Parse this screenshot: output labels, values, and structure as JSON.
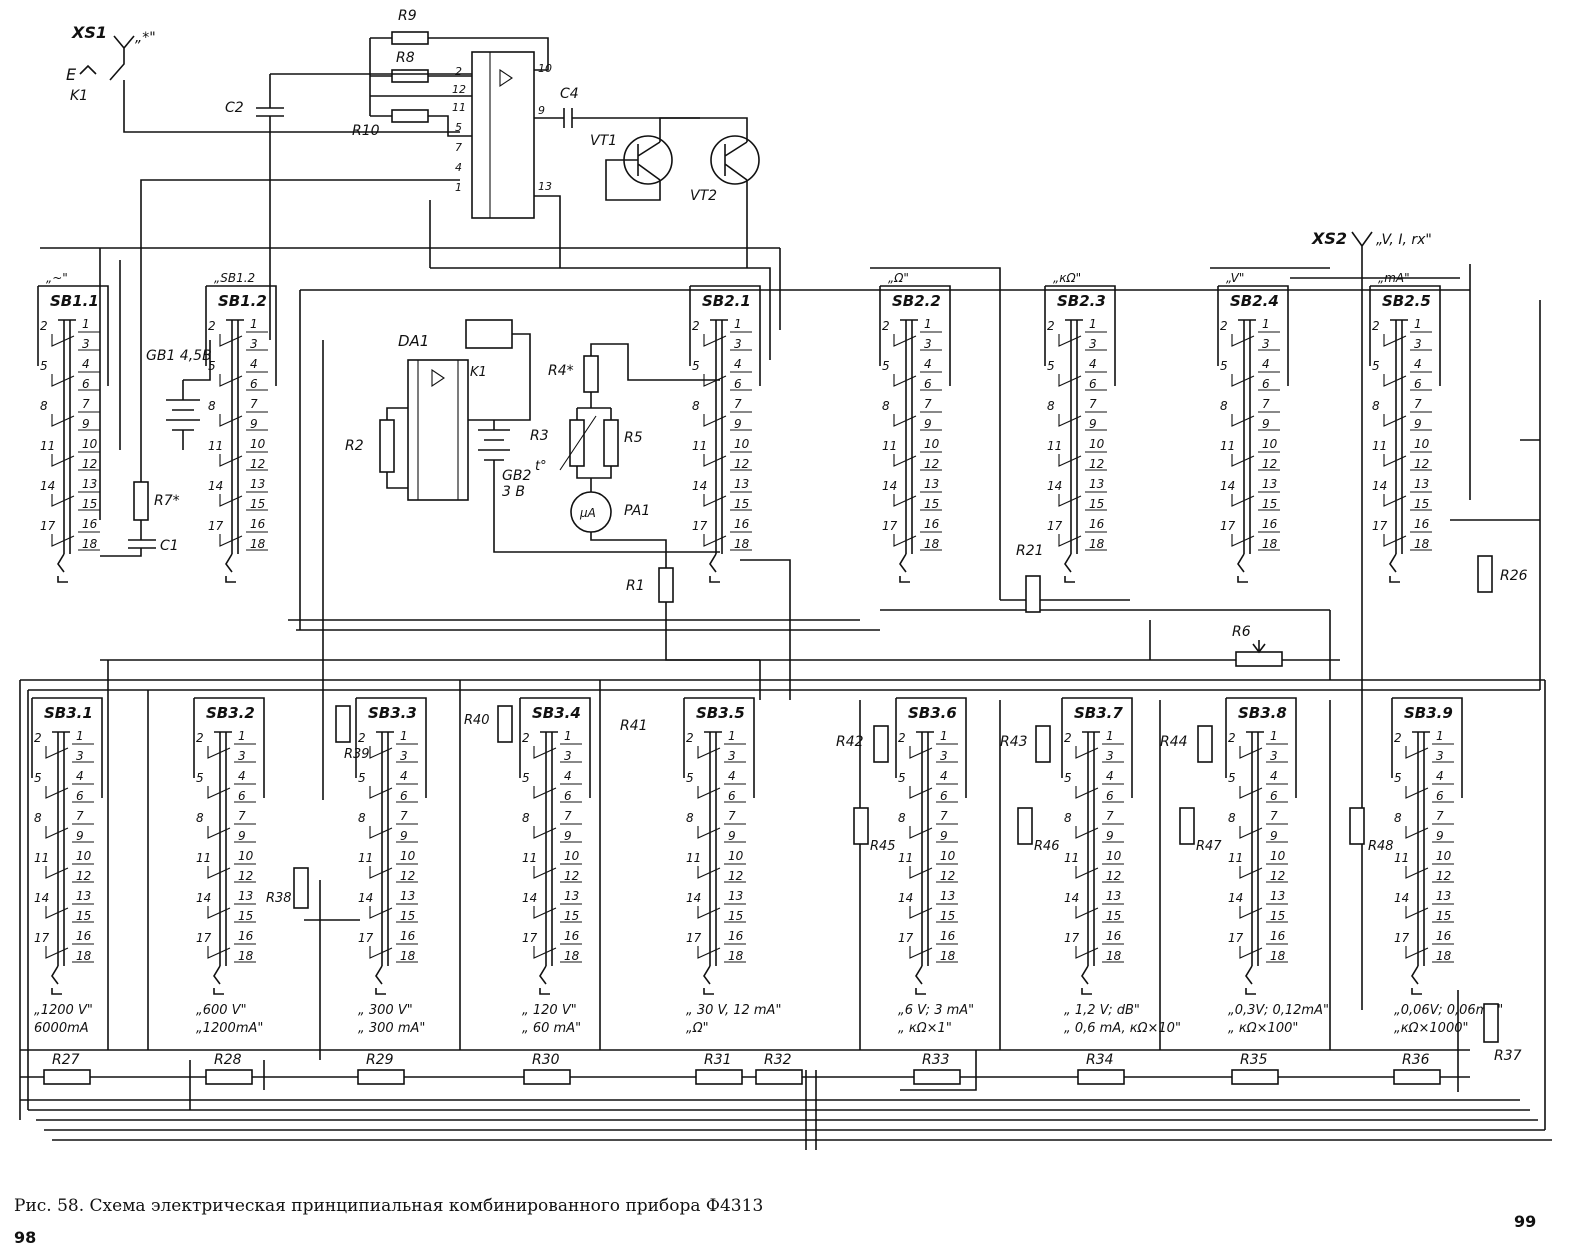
{
  "top_labels": {
    "xs1": "XS1",
    "xs1_sign": "„*\"",
    "e": "E",
    "k1": "K1",
    "r9": "R9",
    "r8": "R8",
    "r10": "R10",
    "c2": "C2",
    "c4": "C4",
    "vt1": "VT1",
    "vt2": "VT2",
    "xs2": "XS2",
    "xs2_sign": "„V, I, rx\""
  },
  "pins": [
    "2",
    "12",
    "11",
    "5",
    "7",
    "4",
    "1",
    "10",
    "9",
    "13"
  ],
  "center_labels": {
    "da1": "DA1",
    "k1": "K1",
    "r2": "R2",
    "r3": "R3",
    "r4": "R4*",
    "r5": "R5",
    "gb2": "GB2",
    "gb2_v": "3 B",
    "pa1": "PA1",
    "ua": "μA",
    "r1": "R1",
    "gb1": "GB1 4,5B",
    "r7": "R7*",
    "c1": "C1",
    "t": "t°",
    "r21": "R21",
    "r26": "R26",
    "r6": "R6",
    "r37": "R37",
    "r38": "R38",
    "r39": "R39",
    "r40": "R40",
    "r41": "R41",
    "r42": "R42",
    "r43": "R43",
    "r44": "R44",
    "r45": "R45",
    "r46": "R46",
    "r47": "R47",
    "r48": "R48"
  },
  "top_switches": [
    {
      "name": "SB1.1",
      "mark": "„~\""
    },
    {
      "name": "SB1.2",
      "mark": "„SB1.2"
    },
    {
      "name": "SB2.1",
      "mark": ""
    },
    {
      "name": "SB2.2",
      "mark": "„Ω\""
    },
    {
      "name": "SB2.3",
      "mark": "„кΩ\""
    },
    {
      "name": "SB2.4",
      "mark": "„V\""
    },
    {
      "name": "SB2.5",
      "mark": "„mA\""
    }
  ],
  "bottom_switches": [
    {
      "name": "SB3.1",
      "l1": "„1200 V\"",
      "l2": "6000mA"
    },
    {
      "name": "SB3.2",
      "l1": "„600 V\"",
      "l2": "„1200mA\""
    },
    {
      "name": "SB3.3",
      "l1": "„ 300 V\"",
      "l2": "„ 300 mA\""
    },
    {
      "name": "SB3.4",
      "l1": "„ 120 V\"",
      "l2": "„ 60 mA\""
    },
    {
      "name": "SB3.5",
      "l1": "„ 30 V, 12 mA\"",
      "l2": "„Ω\""
    },
    {
      "name": "SB3.6",
      "l1": "„6 V; 3 mA\"",
      "l2": "„ кΩ×1\""
    },
    {
      "name": "SB3.7",
      "l1": "„ 1,2 V; dB\"",
      "l2": "„ 0,6 mA, кΩ×10\""
    },
    {
      "name": "SB3.8",
      "l1": "„0,3V; 0,12mA\"",
      "l2": "„ кΩ×100\""
    },
    {
      "name": "SB3.9",
      "l1": "„0,06V; 0,06mA\"",
      "l2": "„кΩ×1000\""
    }
  ],
  "bottom_resistors": [
    "R27",
    "R28",
    "R29",
    "R30",
    "R31",
    "R32",
    "R33",
    "R34",
    "R35",
    "R36"
  ],
  "contacts": [
    "2",
    "1",
    "3",
    "5",
    "4",
    "6",
    "8",
    "7",
    "9",
    "11",
    "10",
    "12",
    "14",
    "13",
    "15",
    "17",
    "16",
    "18"
  ],
  "caption": "Рис. 58. Схема электрическая принципиальная комбинированного прибора Ф4313",
  "page_left": "98",
  "page_right": "99"
}
